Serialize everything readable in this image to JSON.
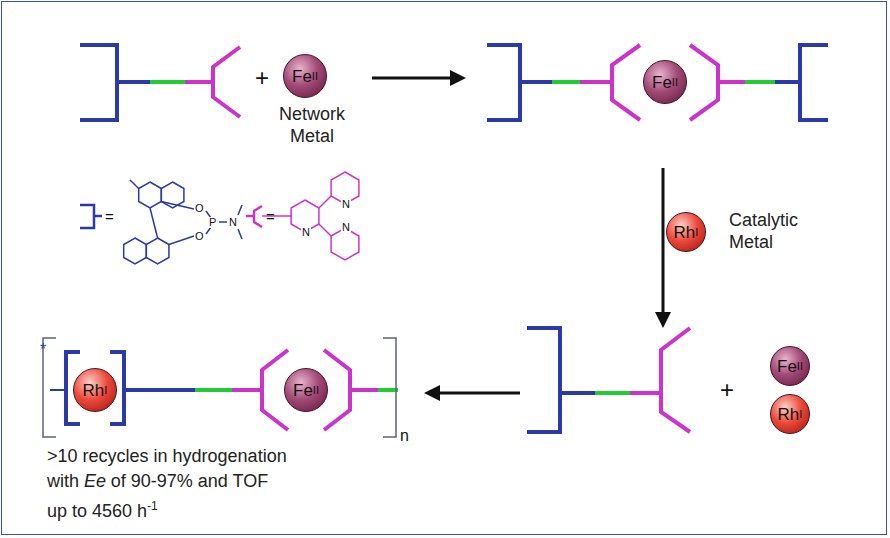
{
  "diagram": {
    "nodes": [
      {
        "text": [
          "Fe",
          "II",
          "Network Metal"
        ]
      },
      {
        "text": [
          "Fe",
          "II"
        ]
      },
      {
        "text": [
          "Rh",
          "I",
          "Catalytic Metal"
        ]
      },
      {
        "text": [
          "Fe",
          "II"
        ]
      },
      {
        "text": [
          "Rh",
          "I"
        ]
      },
      {
        "text": [
          "Rh",
          "I"
        ]
      },
      {
        "text": [
          "Fe",
          "II"
        ]
      }
    ],
    "labels": [
      "+",
      "=",
      "=",
      "O",
      "O",
      "P",
      "N",
      "N",
      "N",
      "N",
      "+",
      "*",
      "n",
      ">10 recycles in hydrogenation",
      "with",
      "Ee",
      "of 90-97% and TOF",
      "up to 4560 h",
      "-1"
    ]
  }
}
